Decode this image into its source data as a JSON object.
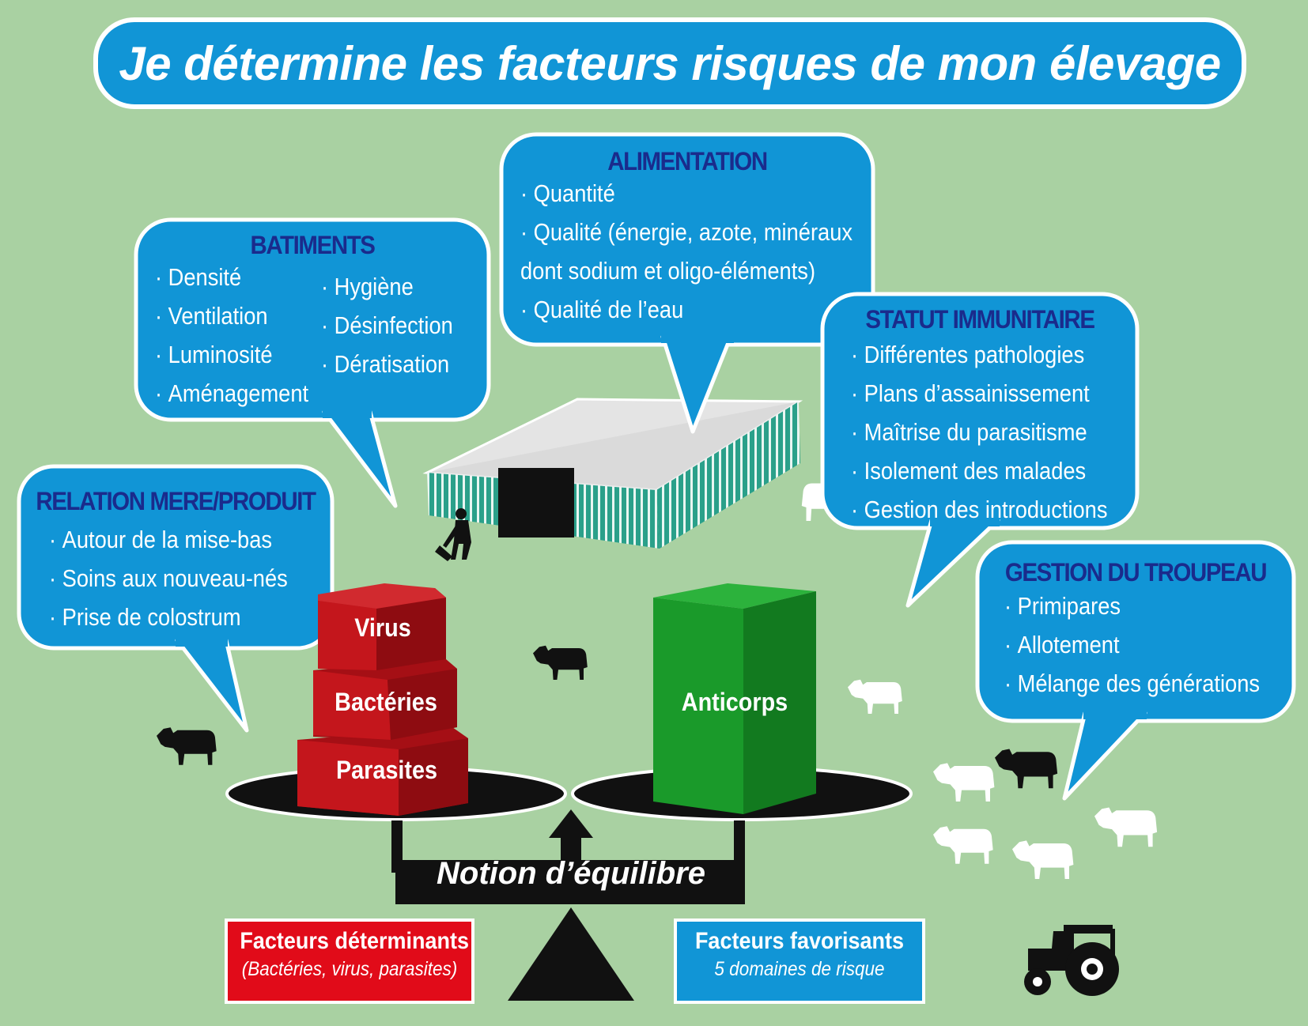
{
  "title": "Je détermine les facteurs risques de mon élevage",
  "bubbles": {
    "batiments": {
      "title": "BATIMENTS",
      "col1": [
        "Densité",
        "Ventilation",
        "Luminosité",
        "Aménagement"
      ],
      "col2": [
        "Hygiène",
        "Désinfection",
        "Dératisation"
      ]
    },
    "alimentation": {
      "title": "ALIMENTATION",
      "line1": "Quantité",
      "line2": "Qualité (énergie, azote, minéraux",
      "line3": "dont sodium et oligo-éléments)",
      "line4": "Qualité de l’eau"
    },
    "statut": {
      "title": "STATUT IMMUNITAIRE",
      "items": [
        "Différentes pathologies",
        "Plans d’assainissement",
        "Maîtrise du parasitisme",
        "Isolement des malades",
        "Gestion des introductions"
      ]
    },
    "relation": {
      "title": "RELATION MERE/PRODUIT",
      "items": [
        "Autour de la mise-bas",
        "Soins aux nouveau-nés",
        "Prise de colostrum"
      ]
    },
    "gestion": {
      "title": "GESTION DU TROUPEAU",
      "items": [
        "Primipares",
        "Allotement",
        "Mélange des générations"
      ]
    }
  },
  "balance": {
    "label": "Notion d’équilibre",
    "left_boxes": [
      "Virus",
      "Bactéries",
      "Parasites"
    ],
    "right_box": "Anticorps"
  },
  "legend": {
    "determinants": {
      "title": "Facteurs déterminants",
      "subtitle": "(Bactéries, virus, parasites)"
    },
    "favorisants": {
      "title": "Facteurs favorisants",
      "subtitle": "5 domaines de risque"
    }
  },
  "colors": {
    "background": "#a9d1a2",
    "bubble": "#1195d6",
    "bubble_title": "#1a2b8c",
    "red": "#c4161c",
    "green": "#1a9a2a",
    "barn": "#2aa08a"
  }
}
